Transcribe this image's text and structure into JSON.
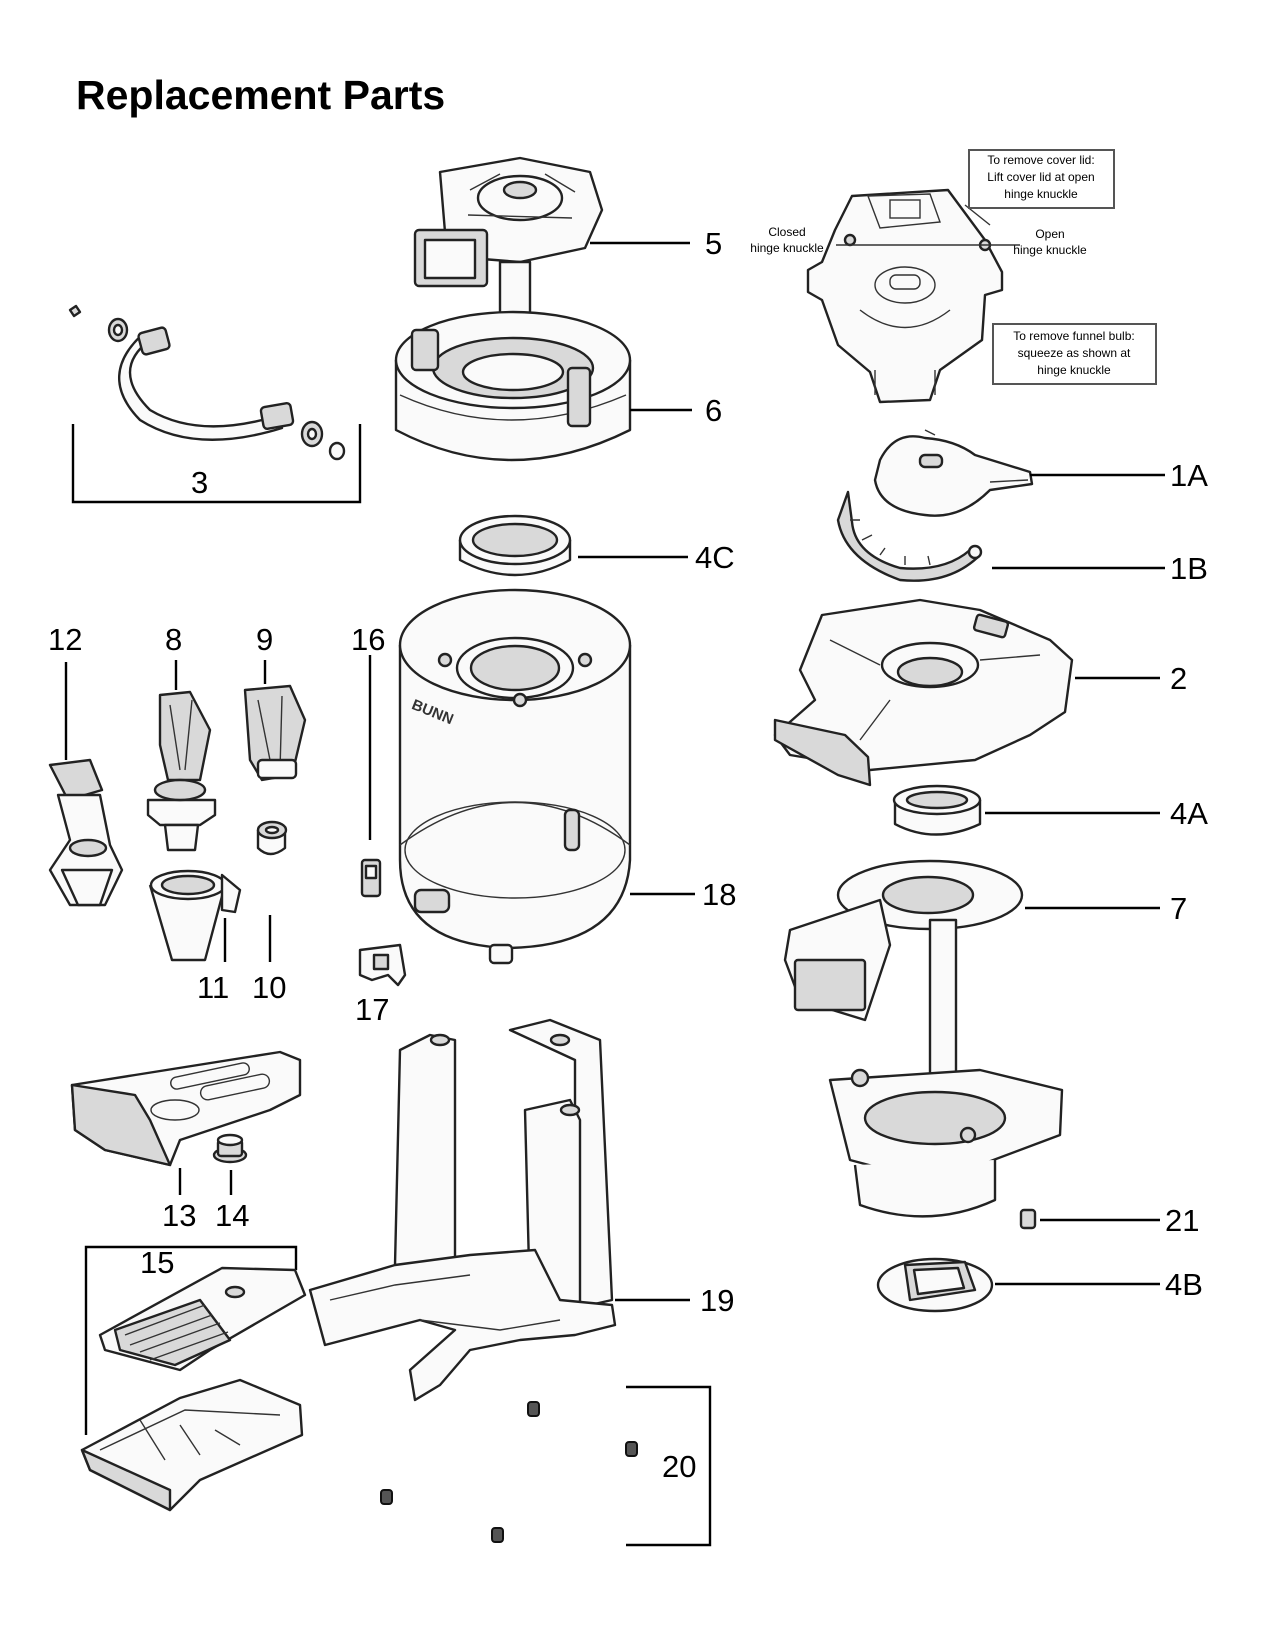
{
  "title": "Replacement Parts",
  "callouts": {
    "remove_cover_lid": [
      "To remove cover lid:",
      "Lift cover lid at open",
      "hinge knuckle"
    ],
    "remove_funnel_bulb": [
      "To remove funnel bulb:",
      "squeeze as shown at",
      "hinge knuckle"
    ],
    "closed_hinge": [
      "Closed",
      "hinge knuckle"
    ],
    "open_hinge": [
      "Open",
      "hinge knuckle"
    ]
  },
  "brand_mark": "BUNN",
  "part_labels": {
    "p1A": "1A",
    "p1B": "1B",
    "p2": "2",
    "p3": "3",
    "p4A": "4A",
    "p4B": "4B",
    "p4C": "4C",
    "p5": "5",
    "p6": "6",
    "p7": "7",
    "p8": "8",
    "p9": "9",
    "p10": "10",
    "p11": "11",
    "p12": "12",
    "p13": "13",
    "p14": "14",
    "p15": "15",
    "p16": "16",
    "p17": "17",
    "p18": "18",
    "p19": "19",
    "p20": "20",
    "p21": "21"
  }
}
